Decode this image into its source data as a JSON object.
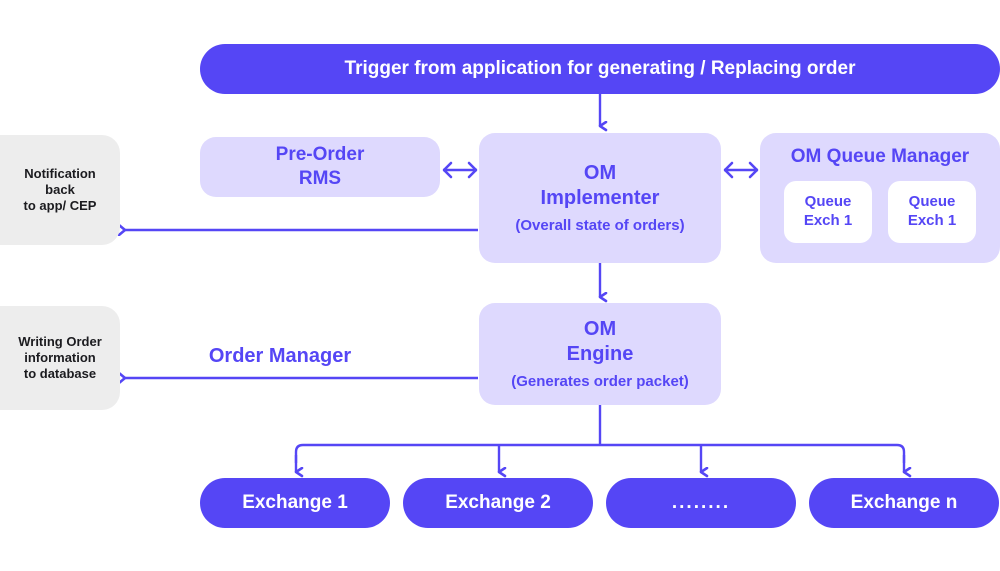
{
  "diagram": {
    "title_node": {
      "label": "Trigger from application for generating / Replacing order"
    },
    "notification": {
      "line1": "Notification",
      "line2": "back",
      "line3": "to app/ CEP"
    },
    "pre_order_rms": {
      "line1": "Pre-Order",
      "line2": "RMS"
    },
    "om_implementer": {
      "line1": "OM",
      "line2": "Implementer",
      "sub": "(Overall state of orders)"
    },
    "om_queue_manager": {
      "title": "OM Queue Manager",
      "queues": [
        {
          "line1": "Queue",
          "line2": "Exch 1"
        },
        {
          "line1": "Queue",
          "line2": "Exch 1"
        }
      ]
    },
    "om_engine": {
      "line1": "OM",
      "line2": "Engine",
      "sub": "(Generates order packet)"
    },
    "database_write": {
      "line1": "Writing Order",
      "line2": "information",
      "line3": "to database"
    },
    "order_manager_label": "Order Manager",
    "exchanges": [
      {
        "label": "Exchange 1"
      },
      {
        "label": "Exchange 2"
      },
      {
        "label": "........"
      },
      {
        "label": "Exchange n"
      }
    ],
    "colors": {
      "accent": "#5546f5",
      "accent_light": "#ded9fe",
      "grey": "#ededed",
      "white": "#ffffff",
      "text_dark": "#1b1b1f"
    }
  }
}
